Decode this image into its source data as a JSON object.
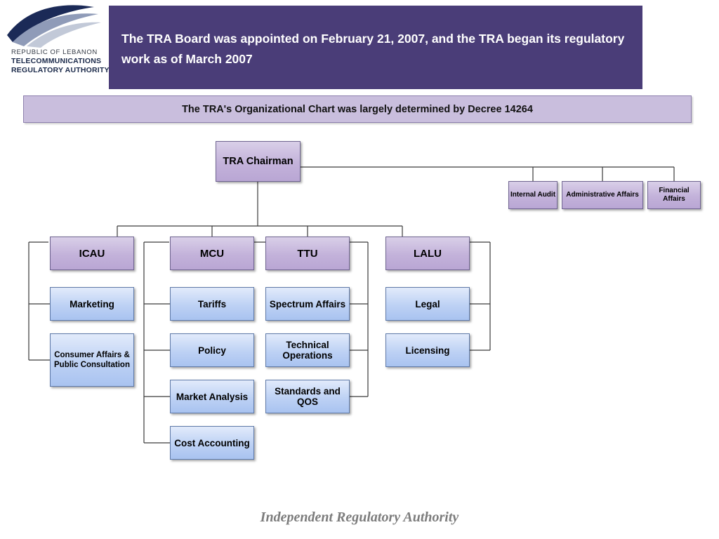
{
  "logo": {
    "line1": "REPUBLIC OF LEBANON",
    "line2": "TELECOMMUNICATIONS",
    "line3": "REGULATORY AUTHORITY"
  },
  "header": {
    "title": "The TRA Board was appointed on February 21, 2007, and the TRA began its regulatory work as of March 2007",
    "band_color": "#4a3d78"
  },
  "subtitle": {
    "text": "The TRA's Organizational Chart was largely determined by Decree 14264",
    "bg_color": "#c9bedd"
  },
  "chart": {
    "root": {
      "label": "TRA Chairman"
    },
    "staff_units": [
      {
        "label": "Internal Audit"
      },
      {
        "label": "Administrative Affairs"
      },
      {
        "label": "Financial Affairs"
      }
    ],
    "departments": [
      {
        "label": "ICAU",
        "children": [
          {
            "label": "Marketing"
          },
          {
            "label": "Consumer Affairs & Public Consultation"
          }
        ]
      },
      {
        "label": "MCU",
        "children": [
          {
            "label": "Tariffs"
          },
          {
            "label": "Policy"
          },
          {
            "label": "Market Analysis"
          },
          {
            "label": "Cost Accounting"
          }
        ]
      },
      {
        "label": "TTU",
        "children": [
          {
            "label": "Spectrum Affairs"
          },
          {
            "label": "Technical Operations"
          },
          {
            "label": "Standards and QOS"
          }
        ]
      },
      {
        "label": "LALU",
        "children": [
          {
            "label": "Legal"
          },
          {
            "label": "Licensing"
          }
        ]
      }
    ]
  },
  "footer": {
    "text": "Independent Regulatory Authority"
  }
}
